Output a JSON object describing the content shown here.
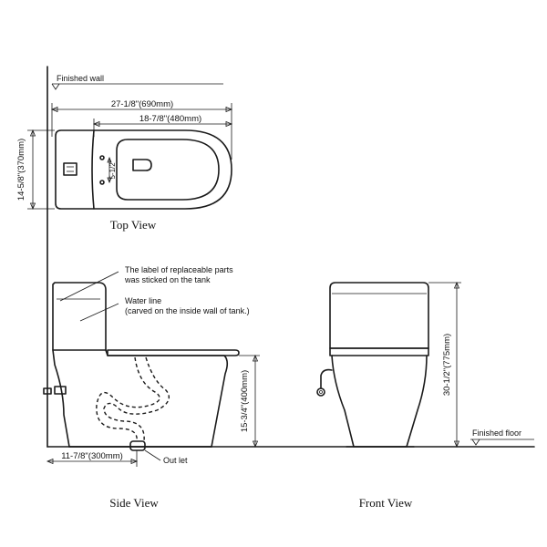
{
  "labels": {
    "finished_wall": "Finished wall",
    "finished_floor": "Finished floor",
    "top_view": "Top View",
    "side_view": "Side View",
    "front_view": "Front View",
    "out_let": "Out let",
    "replaceable_parts_line1": "The label of replaceable parts",
    "replaceable_parts_line2": "was sticked on the tank",
    "water_line_line1": "Water line",
    "water_line_line2": "(carved on the inside wall of tank.)"
  },
  "dimensions": {
    "overall_length": "27-1/8\"(690mm)",
    "bowl_length": "18-7/8\"(480mm)",
    "bolt_spacing": "5-1/2\"",
    "width": "14-5/8\"(370mm)",
    "rough_in": "11-7/8\"(300mm)",
    "seat_height": "15-3/4\"(400mm)",
    "overall_height": "30-1/2\"(775mm)"
  },
  "colors": {
    "line": "#1a1a1a",
    "background": "#ffffff"
  }
}
